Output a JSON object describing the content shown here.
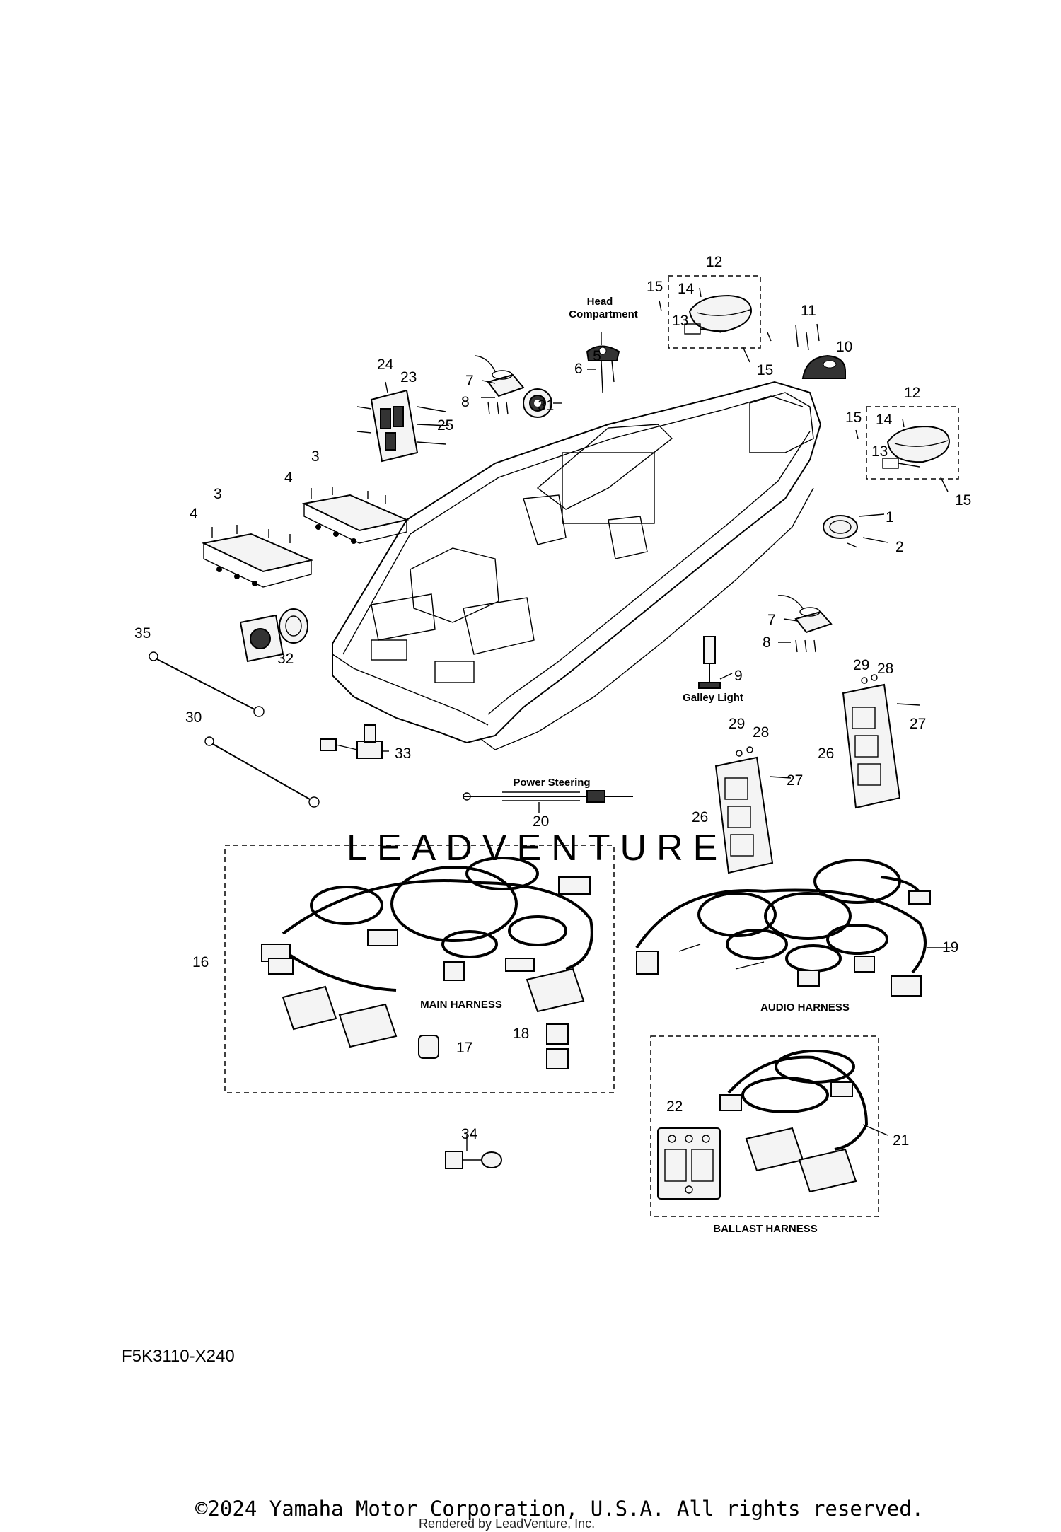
{
  "diagram": {
    "code": "F5K3110-X240",
    "copyright": "©2024 Yamaha Motor Corporation, U.S.A. All rights reserved.",
    "rendered_by": "Rendered by LeadVenture, Inc.",
    "watermark": "LEADVENTURE"
  },
  "captions": {
    "head_compartment_1": "Head",
    "head_compartment_2": "Compartment",
    "galley_light": "Galley Light",
    "power_steering": "Power Steering",
    "main_harness": "MAIN HARNESS",
    "audio_harness": "AUDIO HARNESS",
    "ballast_harness": "BALLAST HARNESS"
  },
  "callouts": {
    "c1": "1",
    "c2": "2",
    "c3a": "3",
    "c3b": "3",
    "c4a": "4",
    "c4b": "4",
    "c5": "5",
    "c6": "6",
    "c7a": "7",
    "c7b": "7",
    "c8a": "8",
    "c8b": "8",
    "c9": "9",
    "c10": "10",
    "c11": "11",
    "c12a": "12",
    "c12b": "12",
    "c13a": "13",
    "c13b": "13",
    "c14a": "14",
    "c14b": "14",
    "c15a": "15",
    "c15b": "15",
    "c15c": "15",
    "c15d": "15",
    "c16": "16",
    "c17": "17",
    "c18": "18",
    "c19": "19",
    "c20": "20",
    "c21": "21",
    "c22": "22",
    "c23": "23",
    "c24": "24",
    "c25": "25",
    "c26a": "26",
    "c26b": "26",
    "c27a": "27",
    "c27b": "27",
    "c28a": "28",
    "c28b": "28",
    "c29a": "29",
    "c29b": "29",
    "c30": "30",
    "c31": "31",
    "c32": "32",
    "c33": "33",
    "c34": "34",
    "c35": "35"
  }
}
